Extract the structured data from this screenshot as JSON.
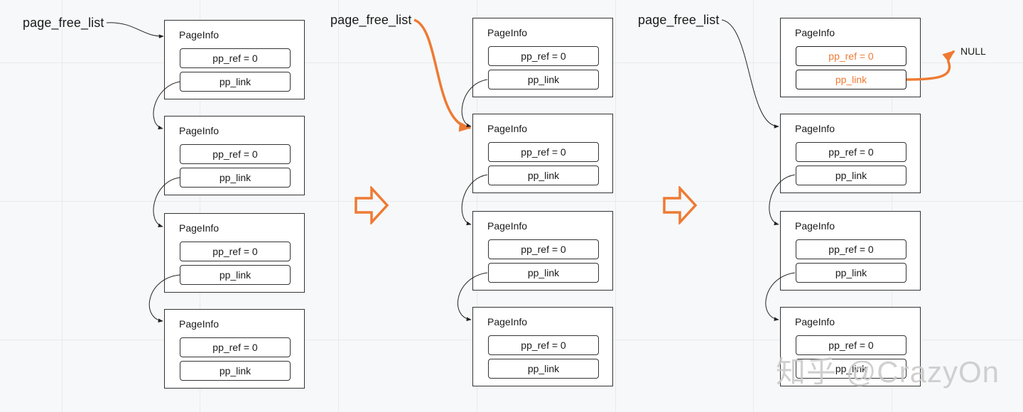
{
  "diagram": {
    "head_label": "page_free_list",
    "box_title": "PageInfo",
    "ref_label": "pp_ref = 0",
    "link_label": "pp_link",
    "null_label": "NULL",
    "watermark": "知乎 @CrazyOn",
    "highlight_color": "#ee7a33",
    "stages": [
      {
        "name": "initial-list",
        "boxes": 4
      },
      {
        "name": "head-advanced",
        "boxes": 4
      },
      {
        "name": "removed-page-link-null",
        "boxes": 4
      }
    ]
  }
}
